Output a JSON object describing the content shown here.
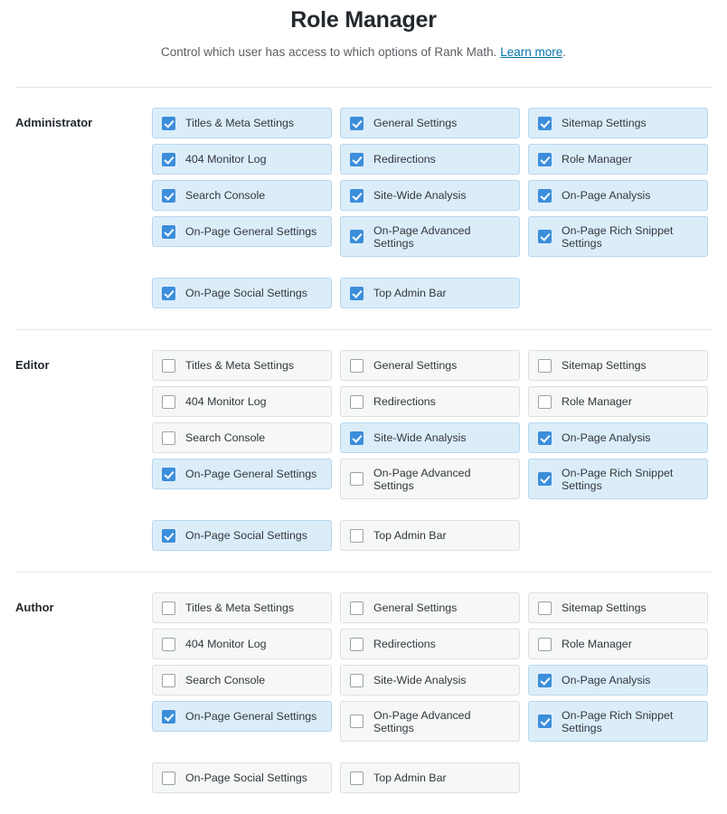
{
  "header": {
    "title": "Role Manager",
    "subtitle_before": "Control which user has access to which options of Rank Math. ",
    "link_label": "Learn more",
    "subtitle_after": "."
  },
  "capabilities": [
    "Titles & Meta Settings",
    "General Settings",
    "Sitemap Settings",
    "404 Monitor Log",
    "Redirections",
    "Role Manager",
    "Search Console",
    "Site-Wide Analysis",
    "On-Page Analysis",
    "On-Page General Settings",
    "On-Page Advanced Settings",
    "On-Page Rich Snippet Settings",
    "On-Page Social Settings",
    "Top Admin Bar"
  ],
  "roles": [
    {
      "name": "Administrator",
      "caps": [
        {
          "label": "Titles & Meta Settings",
          "checked": true
        },
        {
          "label": "General Settings",
          "checked": true
        },
        {
          "label": "Sitemap Settings",
          "checked": true
        },
        {
          "label": "404 Monitor Log",
          "checked": true
        },
        {
          "label": "Redirections",
          "checked": true
        },
        {
          "label": "Role Manager",
          "checked": true
        },
        {
          "label": "Search Console",
          "checked": true
        },
        {
          "label": "Site-Wide Analysis",
          "checked": true
        },
        {
          "label": "On-Page Analysis",
          "checked": true
        },
        {
          "label": "On-Page General Settings",
          "checked": true
        },
        {
          "label": "On-Page Advanced Settings",
          "checked": true
        },
        {
          "label": "On-Page Rich Snippet Settings",
          "checked": true
        },
        {
          "label": "On-Page Social Settings",
          "checked": true
        },
        {
          "label": "Top Admin Bar",
          "checked": true
        }
      ]
    },
    {
      "name": "Editor",
      "caps": [
        {
          "label": "Titles & Meta Settings",
          "checked": false
        },
        {
          "label": "General Settings",
          "checked": false
        },
        {
          "label": "Sitemap Settings",
          "checked": false
        },
        {
          "label": "404 Monitor Log",
          "checked": false
        },
        {
          "label": "Redirections",
          "checked": false
        },
        {
          "label": "Role Manager",
          "checked": false
        },
        {
          "label": "Search Console",
          "checked": false
        },
        {
          "label": "Site-Wide Analysis",
          "checked": true
        },
        {
          "label": "On-Page Analysis",
          "checked": true
        },
        {
          "label": "On-Page General Settings",
          "checked": true
        },
        {
          "label": "On-Page Advanced Settings",
          "checked": false
        },
        {
          "label": "On-Page Rich Snippet Settings",
          "checked": true
        },
        {
          "label": "On-Page Social Settings",
          "checked": true
        },
        {
          "label": "Top Admin Bar",
          "checked": false
        }
      ]
    },
    {
      "name": "Author",
      "caps": [
        {
          "label": "Titles & Meta Settings",
          "checked": false
        },
        {
          "label": "General Settings",
          "checked": false
        },
        {
          "label": "Sitemap Settings",
          "checked": false
        },
        {
          "label": "404 Monitor Log",
          "checked": false
        },
        {
          "label": "Redirections",
          "checked": false
        },
        {
          "label": "Role Manager",
          "checked": false
        },
        {
          "label": "Search Console",
          "checked": false
        },
        {
          "label": "Site-Wide Analysis",
          "checked": false
        },
        {
          "label": "On-Page Analysis",
          "checked": true
        },
        {
          "label": "On-Page General Settings",
          "checked": true
        },
        {
          "label": "On-Page Advanced Settings",
          "checked": false
        },
        {
          "label": "On-Page Rich Snippet Settings",
          "checked": true
        },
        {
          "label": "On-Page Social Settings",
          "checked": false
        },
        {
          "label": "Top Admin Bar",
          "checked": false
        }
      ]
    }
  ],
  "colors": {
    "checked_bg": "#dcedfa",
    "checked_border": "#b7d7ef",
    "unchecked_bg": "#f6f7f7",
    "unchecked_border": "#dfdfdf",
    "checkbox_accent": "#3c8edb",
    "link": "#0073aa",
    "divider": "#e6e6e6"
  }
}
